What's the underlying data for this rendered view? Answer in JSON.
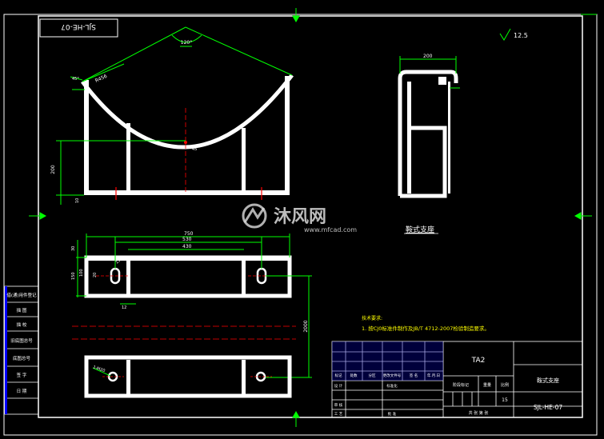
{
  "drawing_code_box": "SJL-HE-07",
  "roughness": "12.5",
  "saddle_dims": {
    "angle": "120°",
    "radius": "R456",
    "height": "200",
    "chamfer": "45°",
    "center_mark": "45",
    "base_thk": "10"
  },
  "side_dims": {
    "width": "200"
  },
  "plan_dims": {
    "overall": "750",
    "inner1": "530",
    "inner2": "430",
    "slot_w": "150",
    "left_offset": "20",
    "h1": "30",
    "h2": "150",
    "h3": "100",
    "bottom": "12",
    "vertical": "2000"
  },
  "view_label": "鞍式支座",
  "notes": {
    "title": "技术要求:",
    "line1": "1. 按CJ0标准件制作及JB/T 4712-2007检验制造要求。"
  },
  "plan_label": "1-M20",
  "left_table": [
    "借(通)用件登记",
    "描 图",
    "描 校",
    "旧底图总号",
    "底图总号",
    "签 字",
    "日 期"
  ],
  "title_block": {
    "material": "TA2",
    "name": "鞍式支座",
    "code": "SJL-HE-07",
    "scale": "15",
    "headers": [
      "标记",
      "处数",
      "分区",
      "更改文件号",
      "签 名",
      "年.月.日"
    ],
    "stage_label": "阶段标记",
    "weight_label": "重量",
    "scale_label": "比例",
    "sheet_label": "共  张  第  张",
    "designer_label": "设 计",
    "std_label": "标准化",
    "check_label": "审 核",
    "process_label": "工 艺",
    "approve_label": "批 准"
  },
  "watermark": {
    "brand": "沐风网",
    "url": "www.mfcad.com"
  }
}
